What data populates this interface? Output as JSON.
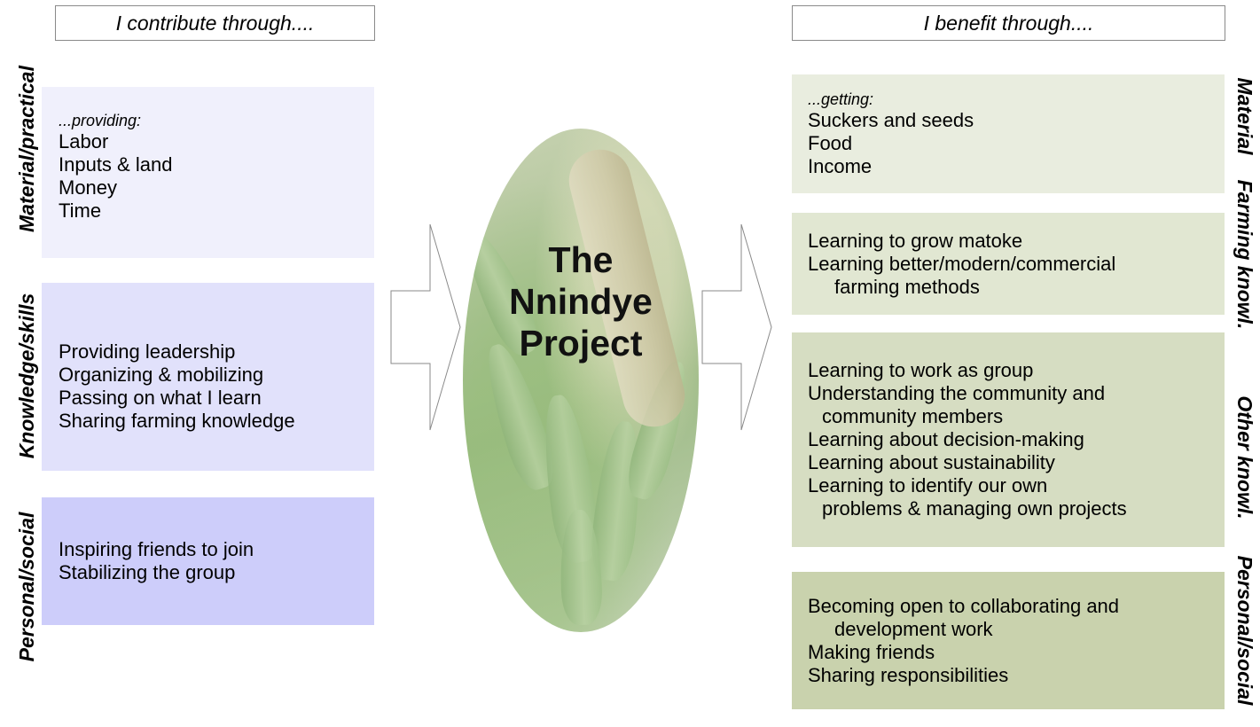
{
  "left": {
    "header": "I contribute through....",
    "side_labels": [
      "Material/practical",
      "Knowledge/skills",
      "Personal/social"
    ],
    "panels": [
      {
        "intro": "...providing:",
        "lines": [
          "Labor",
          "Inputs & land",
          "Money",
          "Time"
        ]
      },
      {
        "intro": "",
        "lines": [
          "Providing leadership",
          "Organizing & mobilizing",
          "Passing on what I learn",
          "Sharing farming knowledge"
        ]
      },
      {
        "intro": "",
        "lines": [
          "Inspiring friends to join",
          "Stabilizing the group"
        ]
      }
    ],
    "colors": [
      "#f0f0fc",
      "#e1e1fb",
      "#cdcdfa"
    ]
  },
  "center": {
    "title_lines": [
      "The",
      "Nnindye",
      "Project"
    ]
  },
  "right": {
    "header": "I benefit through....",
    "side_labels": [
      "Material",
      "Farming knowl.",
      "Other knowl.",
      "Personal/social"
    ],
    "panels": [
      {
        "intro": "...getting:",
        "lines": [
          "Suckers and seeds",
          "Food",
          "Income"
        ]
      },
      {
        "intro": "",
        "lines": [
          "Learning to grow matoke",
          "Learning better/modern/commercial",
          "farming methods"
        ]
      },
      {
        "intro": "",
        "lines": [
          "Learning to work as group",
          "Understanding the community and",
          "community members",
          "Learning about decision-making",
          "Learning about sustainability",
          "Learning to identify our own",
          "problems & managing own projects"
        ]
      },
      {
        "intro": "",
        "lines": [
          "Becoming open to collaborating and",
          "development work",
          "Making friends",
          "Sharing responsibilities"
        ]
      }
    ],
    "colors": [
      "#e9eddf",
      "#e1e7d2",
      "#d6ddc2",
      "#c9d2ad"
    ]
  }
}
